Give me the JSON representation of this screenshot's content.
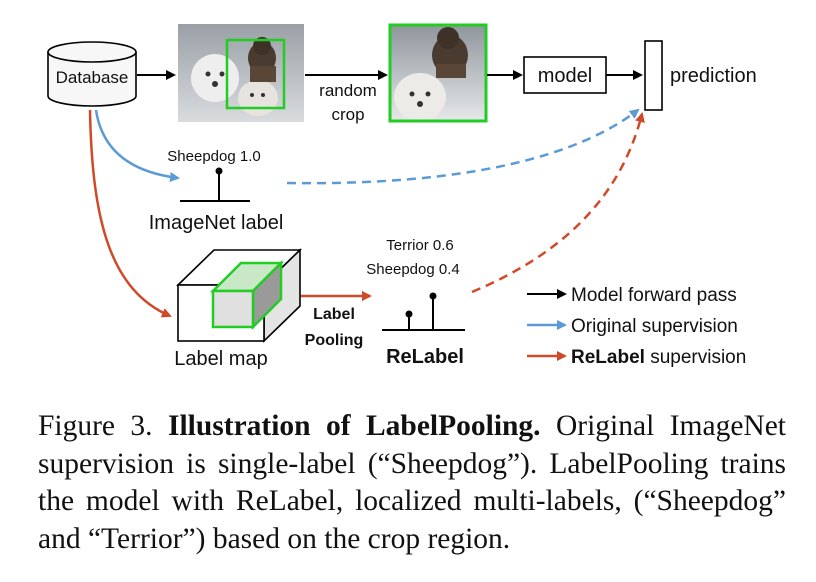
{
  "diagram": {
    "database_label": "Database",
    "random_crop_line1": "random",
    "random_crop_line2": "crop",
    "model_label": "model",
    "prediction_label": "prediction",
    "imagenet_score": "Sheepdog 1.0",
    "imagenet_label": "ImageNet label",
    "label_map_label": "Label map",
    "label_pooling_line1": "Label",
    "label_pooling_line2": "Pooling",
    "relabel_score_1": "Terrior 0.6",
    "relabel_score_2": "Sheepdog 0.4",
    "relabel_label": "ReLabel",
    "legend": {
      "forward": "Model forward pass",
      "original": "Original supervision",
      "relabel_bold": "ReLabel",
      "relabel_rest": " supervision"
    },
    "colors": {
      "forward": "#000000",
      "original": "#5b9bd5",
      "relabel": "#d04a2a",
      "crop_box": "#22cc22"
    }
  },
  "caption": {
    "prefix": "Figure 3.",
    "title": "Illustration of LabelPooling.",
    "body": "Original ImageNet supervision is single-label (“Sheepdog”). LabelPooling trains the model with ReLabel, localized multi-labels, (“Sheepdog” and “Terrior”) based on the crop region."
  }
}
